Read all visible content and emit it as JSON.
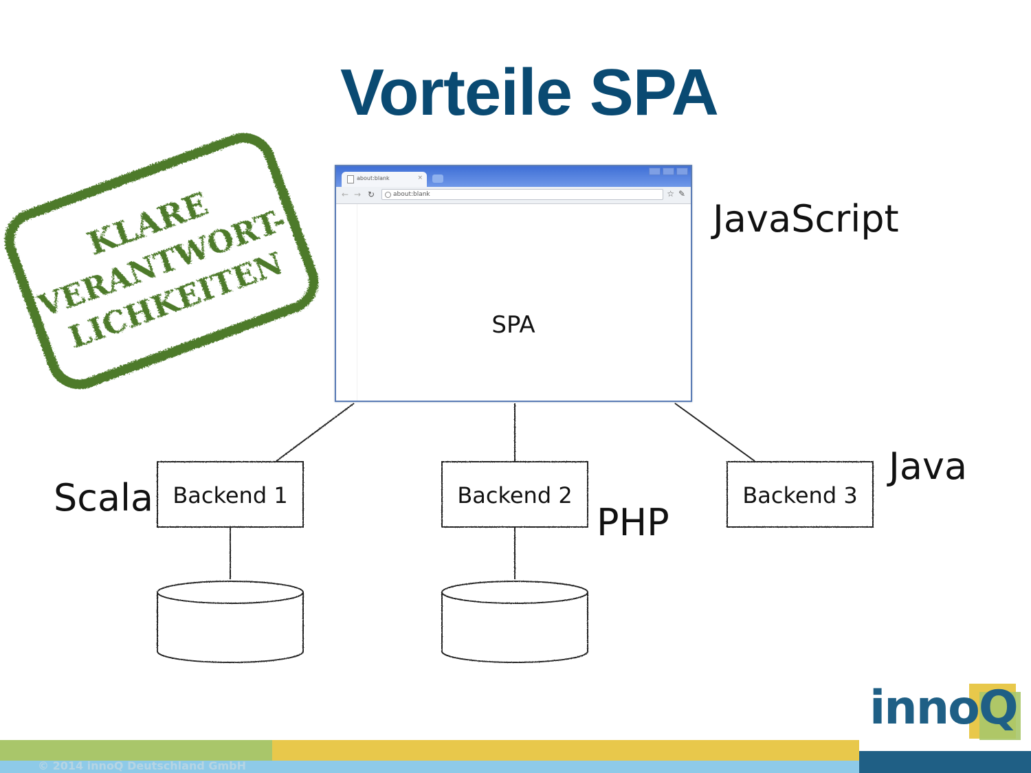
{
  "slide": {
    "title": "Vorteile SPA"
  },
  "stamp": {
    "lines": [
      "KLARE",
      "VERANTWORT-",
      "LICHKEITEN"
    ],
    "color": "#4e7a2a"
  },
  "browser": {
    "tab_title": "about:blank",
    "url": "about:blank",
    "content_label": "SPA"
  },
  "technologies": {
    "frontend": "JavaScript",
    "backend1": "Scala",
    "backend2": "PHP",
    "backend3": "Java"
  },
  "backends": [
    {
      "label": "Backend 1"
    },
    {
      "label": "Backend 2"
    },
    {
      "label": "Backend 3"
    }
  ],
  "footer": {
    "copyright": "© 2014 innoQ Deutschland GmbH",
    "logo_text": "innoQ"
  },
  "colors": {
    "title": "#0a4a72",
    "stamp_green": "#4e7a2a",
    "footer_green": "#a9c66a",
    "footer_yellow": "#e8c84b",
    "footer_blue": "#8ecae8",
    "footer_dark_blue": "#1f5f85"
  }
}
